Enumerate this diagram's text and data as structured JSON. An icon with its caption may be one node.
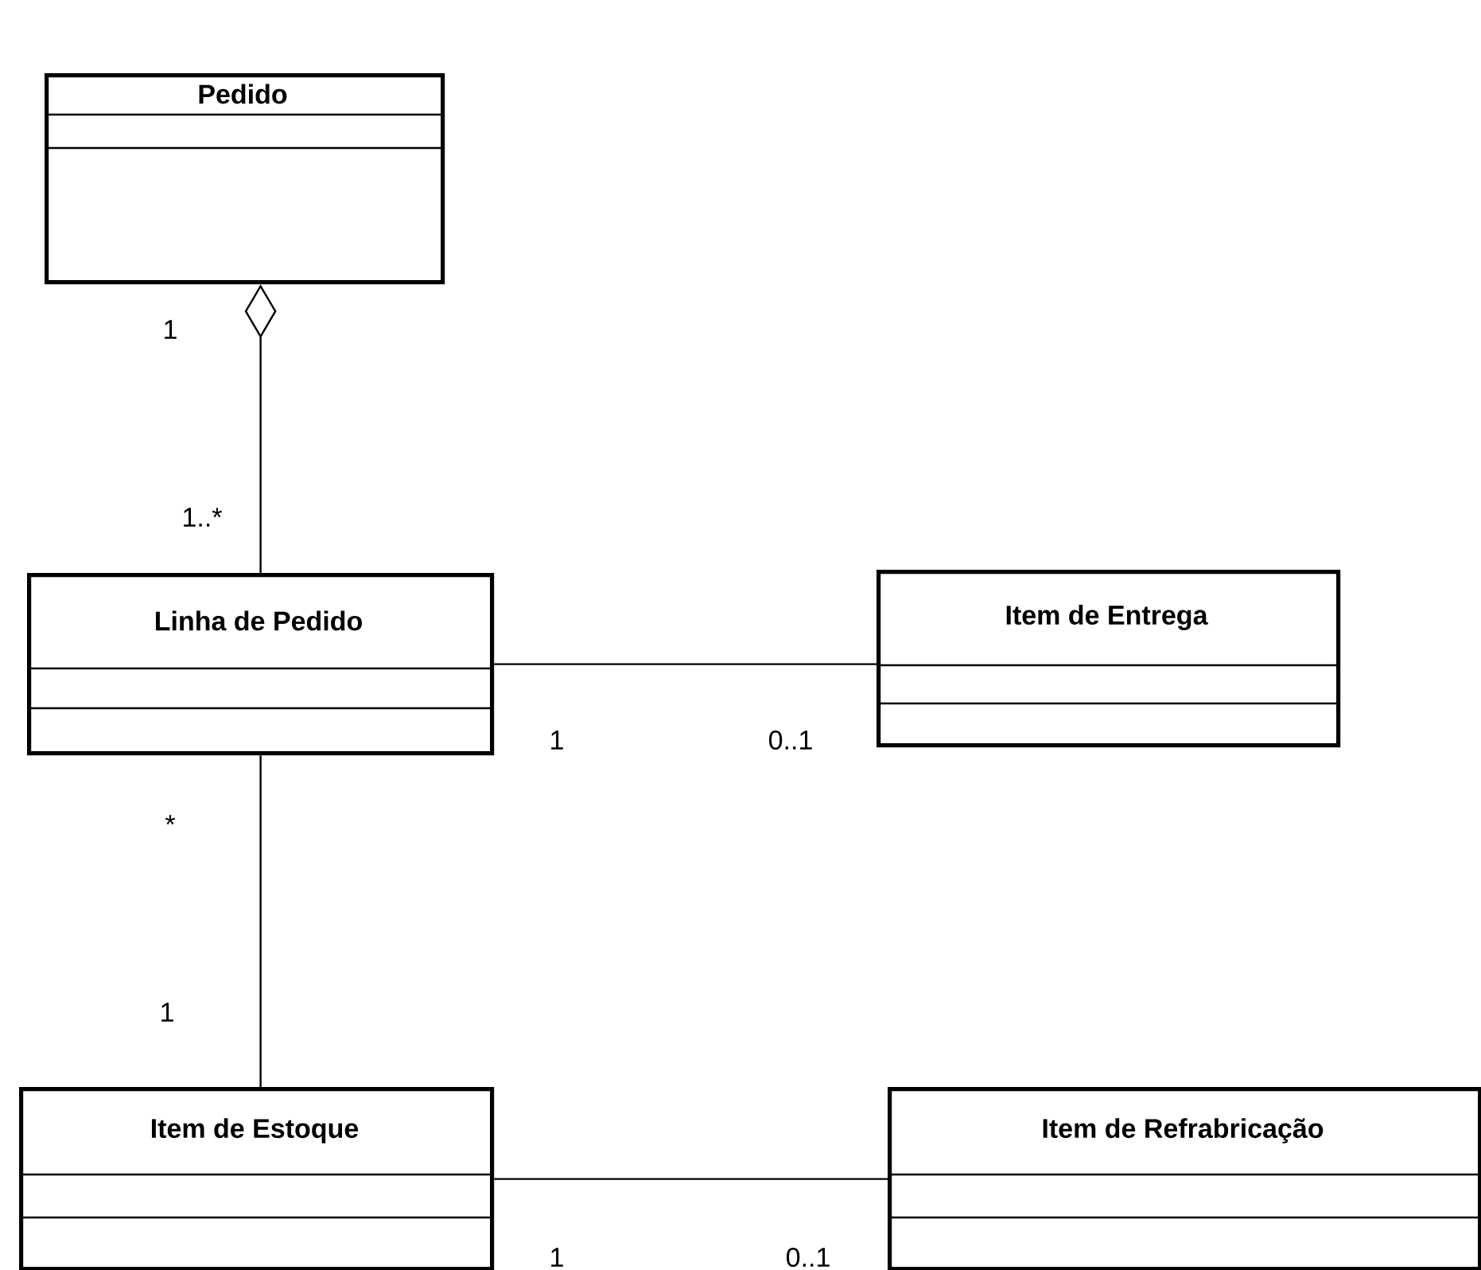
{
  "diagram": {
    "nodes": [
      {
        "text": [
          "Pedido"
        ]
      },
      {
        "text": [
          "Linha de Pedido"
        ]
      },
      {
        "text": [
          "Item de Entrega"
        ]
      },
      {
        "text": [
          "Item de Estoque"
        ]
      },
      {
        "text": [
          "Item de Refrabricação"
        ]
      }
    ],
    "edges": [
      {
        "from": 0,
        "to": 1,
        "arrow": "other"
      },
      {
        "from": 1,
        "to": 2,
        "arrow": "none"
      },
      {
        "from": 1,
        "to": 3,
        "arrow": "none"
      },
      {
        "from": 3,
        "to": 4,
        "arrow": "none"
      }
    ],
    "labels": [
      "1",
      "1..*",
      "1",
      "0..1",
      "*",
      "1",
      "1",
      "0..1"
    ]
  }
}
